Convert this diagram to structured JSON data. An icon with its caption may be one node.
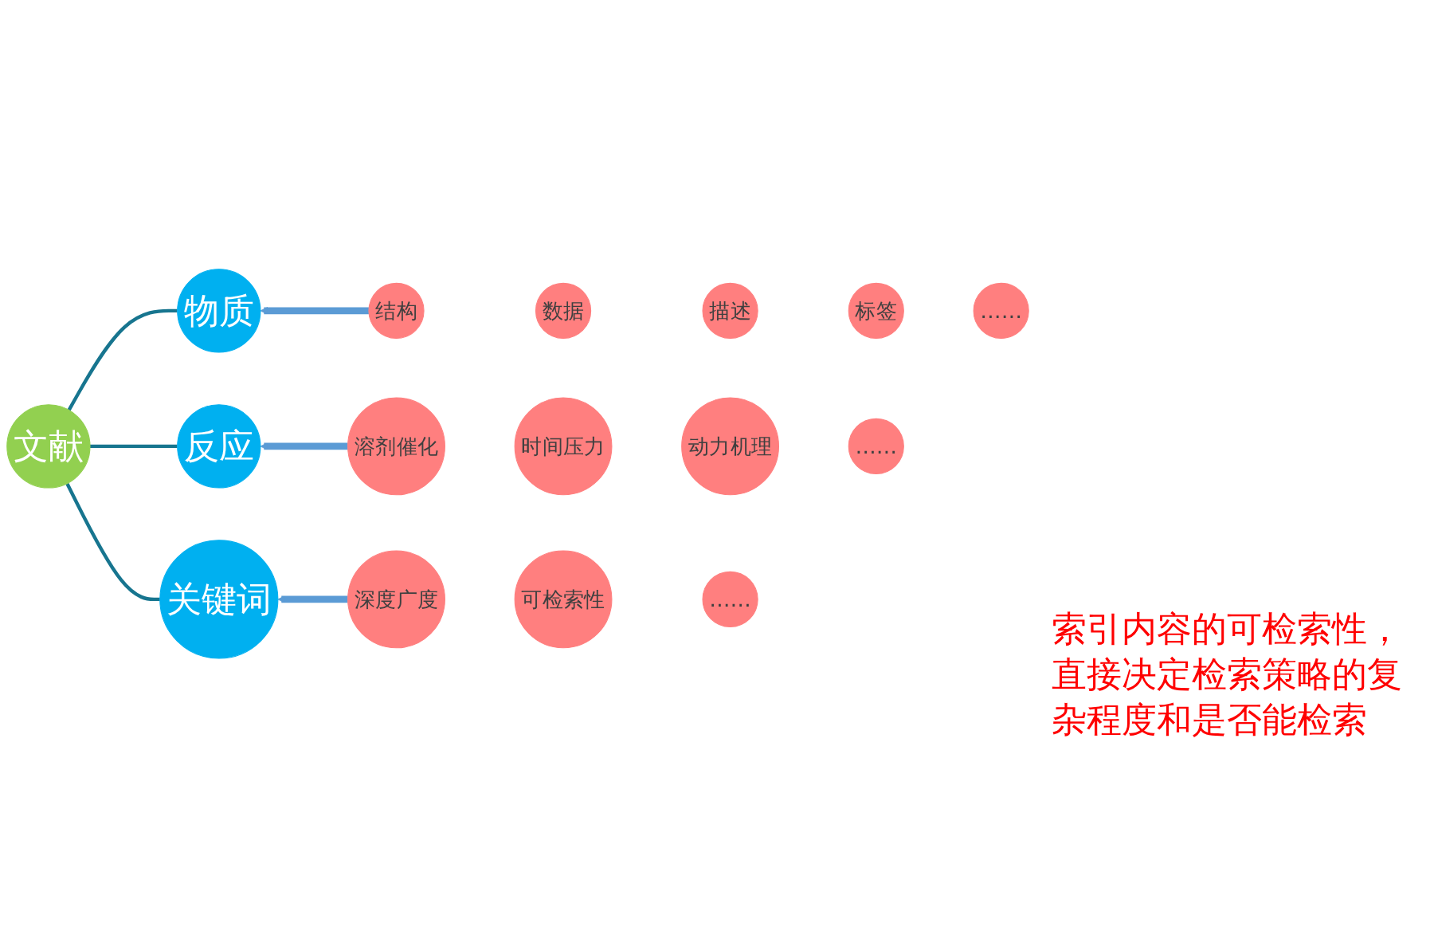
{
  "diagram": {
    "nodes": [
      {
        "text": [
          "文献"
        ]
      },
      {
        "text": [
          "物质"
        ]
      },
      {
        "text": [
          "反应"
        ]
      },
      {
        "text": [
          "关键词"
        ]
      },
      {
        "text": [
          "结构"
        ]
      },
      {
        "text": [
          "数据"
        ]
      },
      {
        "text": [
          "描述"
        ]
      },
      {
        "text": [
          "标签"
        ]
      },
      {
        "text": [
          "……"
        ]
      },
      {
        "text": [
          "溶剂催化"
        ]
      },
      {
        "text": [
          "时间压力"
        ]
      },
      {
        "text": [
          "动力机理"
        ]
      },
      {
        "text": [
          "……"
        ]
      },
      {
        "text": [
          "深度广度"
        ]
      },
      {
        "text": [
          "可检索性"
        ]
      },
      {
        "text": [
          "……"
        ]
      }
    ],
    "edges": [
      {
        "from": 0,
        "to": 1,
        "arrow": "none",
        "color": "#17758f"
      },
      {
        "from": 0,
        "to": 2,
        "arrow": "none",
        "color": "#17758f"
      },
      {
        "from": 0,
        "to": 3,
        "arrow": "none",
        "color": "#17758f"
      },
      {
        "from": 4,
        "to": 1,
        "arrow": "to",
        "style": "thick",
        "color": "#5b9bd5"
      },
      {
        "from": 9,
        "to": 2,
        "arrow": "to",
        "style": "thick",
        "color": "#5b9bd5"
      },
      {
        "from": 13,
        "to": 3,
        "arrow": "to",
        "style": "thick",
        "color": "#5b9bd5"
      }
    ],
    "labels": [
      "索引内容的可检索性，直接决定检索策略的复杂程度和是否能检索"
    ]
  }
}
